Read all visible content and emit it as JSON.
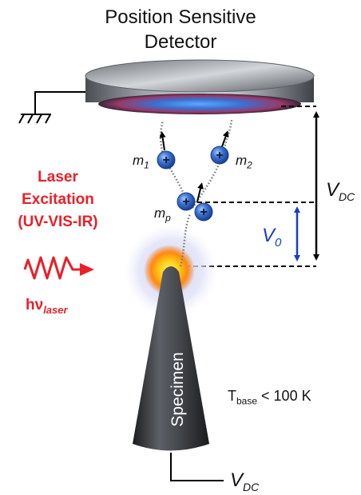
{
  "title_line1": "Position Sensitive",
  "title_line2": "Detector",
  "laser": {
    "line1": "Laser",
    "line2": "Excitation",
    "line3": "(UV-VIS-IR)",
    "photon_main": "hν",
    "photon_sub": "laser"
  },
  "ions": {
    "m1_main": "m",
    "m1_sub": "1",
    "m2_main": "m",
    "m2_sub": "2",
    "mp_main": "m",
    "mp_sub": "p",
    "charge_symbol": "+"
  },
  "voltages": {
    "v0_main": "V",
    "v0_sub": "0",
    "vdc_main": "V",
    "vdc_sub": "DC",
    "vdc_bottom_main": "V",
    "vdc_bottom_sub": "DC"
  },
  "temperature": {
    "prefix": "T",
    "sub": "base",
    "suffix": " < 100 K"
  },
  "specimen_label": "Specimen",
  "colors": {
    "laser_red": "#e8202a",
    "v0_blue": "#1a3cc8",
    "ion_blue": "#2a5cc6"
  }
}
